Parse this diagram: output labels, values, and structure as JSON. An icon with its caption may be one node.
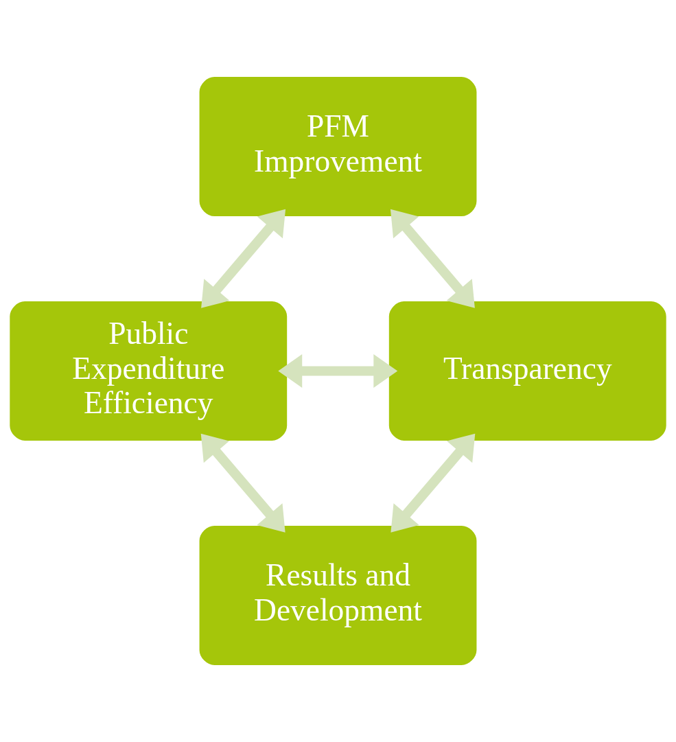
{
  "diagram": {
    "nodes": [
      {
        "text": [
          "PFM Improvement"
        ]
      },
      {
        "text": [
          "Transparency"
        ]
      },
      {
        "text": [
          "Public Expenditure Efficiency"
        ]
      },
      {
        "text": [
          "Results and Development"
        ]
      }
    ],
    "edges": [
      {
        "from": 1,
        "to": 0,
        "arrow": "both"
      },
      {
        "from": 0,
        "to": 2,
        "arrow": "both"
      },
      {
        "from": 1,
        "to": 2,
        "arrow": "both"
      },
      {
        "from": 1,
        "to": 3,
        "arrow": "both"
      },
      {
        "from": 2,
        "to": 3,
        "arrow": "both"
      }
    ]
  }
}
